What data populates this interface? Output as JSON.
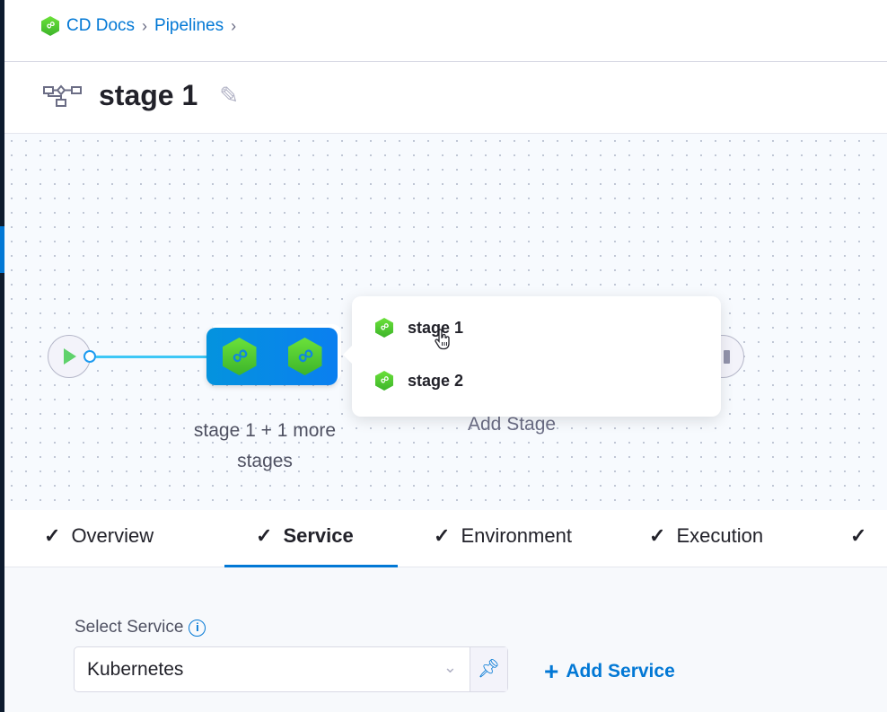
{
  "breadcrumb": {
    "items": [
      "CD Docs",
      "Pipelines"
    ]
  },
  "header": {
    "title": "stage 1"
  },
  "pipeline": {
    "group_label": "stage 1 + 1 more stages",
    "add_stage": "Add Stage",
    "popup_items": [
      "stage 1",
      "stage 2"
    ]
  },
  "tabs": [
    {
      "label": "Overview"
    },
    {
      "label": "Service",
      "active": true
    },
    {
      "label": "Environment"
    },
    {
      "label": "Execution"
    }
  ],
  "service": {
    "label": "Select Service",
    "value": "Kubernetes",
    "add_label": "Add Service"
  },
  "colors": {
    "accent": "#0278d5",
    "stage_icon": "#4cc934"
  }
}
